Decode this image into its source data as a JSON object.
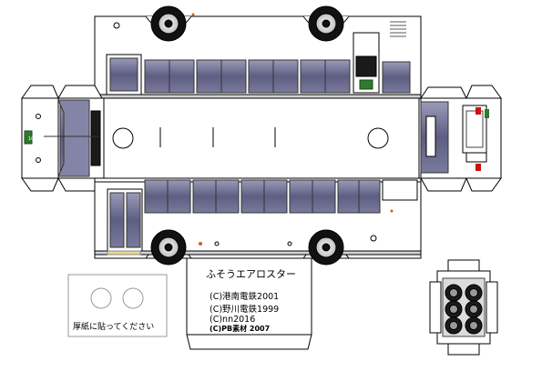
{
  "sheet": {
    "model_name": "ふそうエアロスター",
    "credits": [
      "(C)港南電鉄2001",
      "(C)野川電鉄1999",
      "(C)nn2016",
      "(C)PB素材 2007"
    ],
    "backing_note": "厚紙に貼ってください",
    "route_sign": "10"
  },
  "colors": {
    "body": "#ffffff",
    "window": "#6b6b8f",
    "window_frame": "#40405a",
    "tire": "#111111",
    "wheel_rim": "#ffffff",
    "destination_sign": "#2f7a2f",
    "outline": "#000000"
  }
}
